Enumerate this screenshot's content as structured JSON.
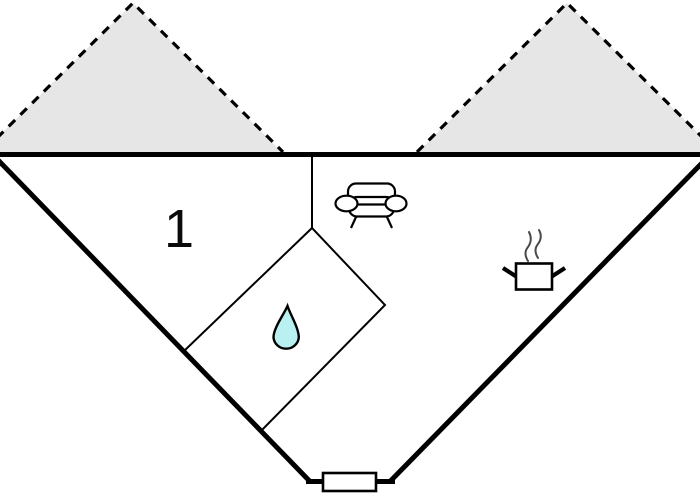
{
  "diagram_type": "floor-plan",
  "rooms": {
    "room1": {
      "label": "1"
    }
  },
  "areas": {
    "living": {
      "icon": "sofa-icon"
    },
    "kitchen": {
      "icon": "cooking-pot-icon"
    },
    "bathroom": {
      "icon": "water-drop-icon"
    },
    "entrance": {
      "feature": "door"
    }
  },
  "overhangs": {
    "left": {
      "style": "dashed"
    },
    "right": {
      "style": "dashed"
    }
  },
  "colors": {
    "background": "#ffffff",
    "line": "#000000",
    "overhang_fill": "#e6e6e6",
    "water_drop_fill": "#b9f0f2",
    "steam": "#4a4a4a"
  }
}
